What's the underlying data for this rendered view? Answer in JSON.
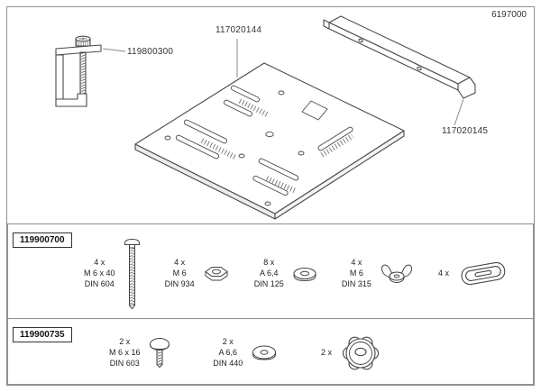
{
  "doc_number": "6197000",
  "diagram": {
    "parts": [
      {
        "id": "119800300",
        "name": "screw-clamp"
      },
      {
        "id": "117020144",
        "name": "base-plate"
      },
      {
        "id": "117020145",
        "name": "support-rail"
      }
    ]
  },
  "hardware_sets": [
    {
      "set_id": "119900700",
      "items": [
        {
          "qty": "4 x",
          "size": "M 6 x 40",
          "din": "DIN 604",
          "icon": "carriage-bolt-icon"
        },
        {
          "qty": "4 x",
          "size": "M 6",
          "din": "DIN 934",
          "icon": "hex-nut-icon"
        },
        {
          "qty": "8 x",
          "size": "A 6,4",
          "din": "DIN 125",
          "icon": "washer-icon"
        },
        {
          "qty": "4 x",
          "size": "M 6",
          "din": "DIN 315",
          "icon": "wing-nut-icon"
        },
        {
          "qty": "4 x",
          "icon": "clamp-bracket-icon"
        }
      ]
    },
    {
      "set_id": "119900735",
      "items": [
        {
          "qty": "2 x",
          "size": "M 6 x 16",
          "din": "DIN 603",
          "icon": "roundhead-bolt-icon"
        },
        {
          "qty": "2 x",
          "size": "A 6,6",
          "din": "DIN 440",
          "icon": "washer-icon"
        },
        {
          "qty": "2 x",
          "icon": "star-knob-icon"
        }
      ]
    }
  ]
}
